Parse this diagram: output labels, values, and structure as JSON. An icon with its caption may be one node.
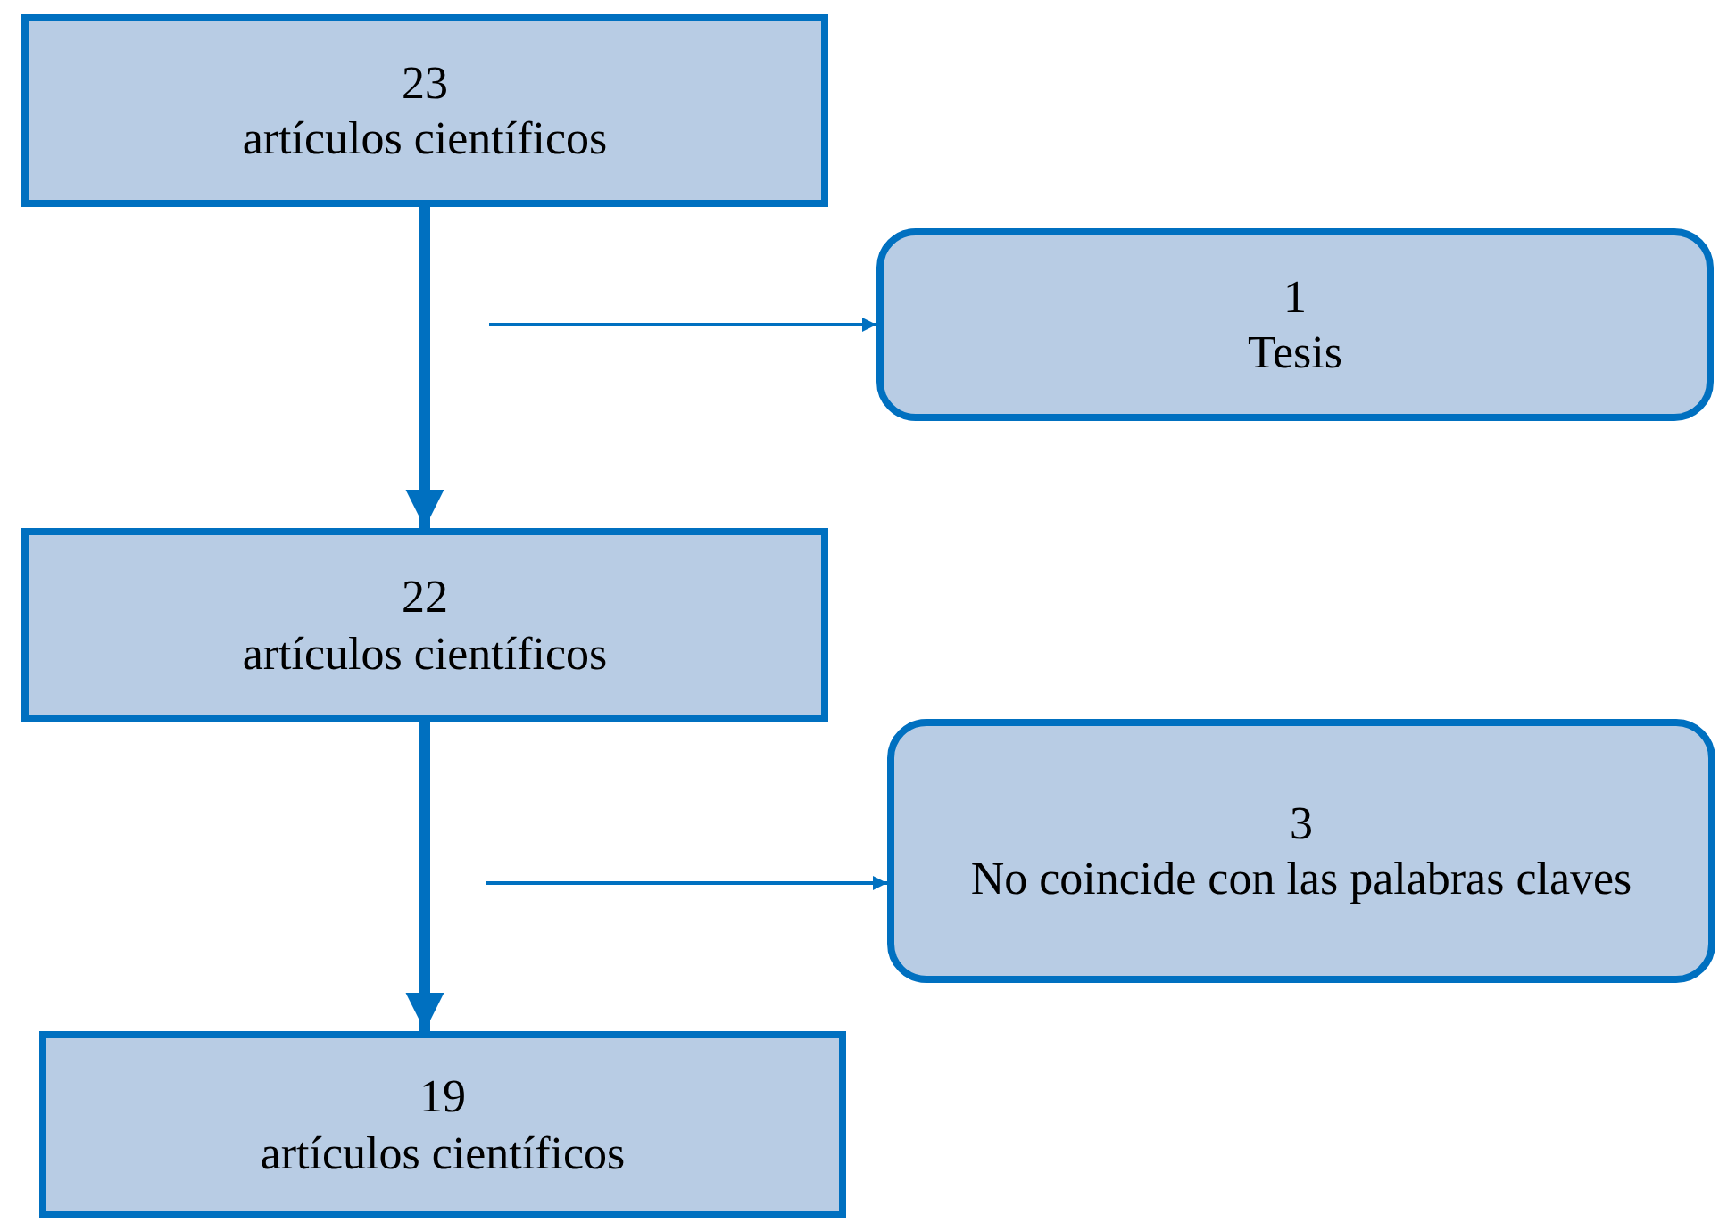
{
  "diagram": {
    "nodes": [
      {
        "text": [
          "23",
          "artículos científicos"
        ]
      },
      {
        "text": [
          "1",
          "Tesis"
        ]
      },
      {
        "text": [
          "22",
          "artículos científicos"
        ]
      },
      {
        "text": [
          "3",
          "No coincide con las palabras claves"
        ]
      },
      {
        "text": [
          "19",
          "artículos científicos"
        ]
      }
    ],
    "edges": [
      {
        "from": 0,
        "to": 2,
        "arrow": "to",
        "style": "thick"
      },
      {
        "from": null,
        "to": 1,
        "arrow": "to"
      },
      {
        "from": 2,
        "to": 4,
        "arrow": "to",
        "style": "thick"
      },
      {
        "from": null,
        "to": 3,
        "arrow": "to"
      }
    ]
  }
}
